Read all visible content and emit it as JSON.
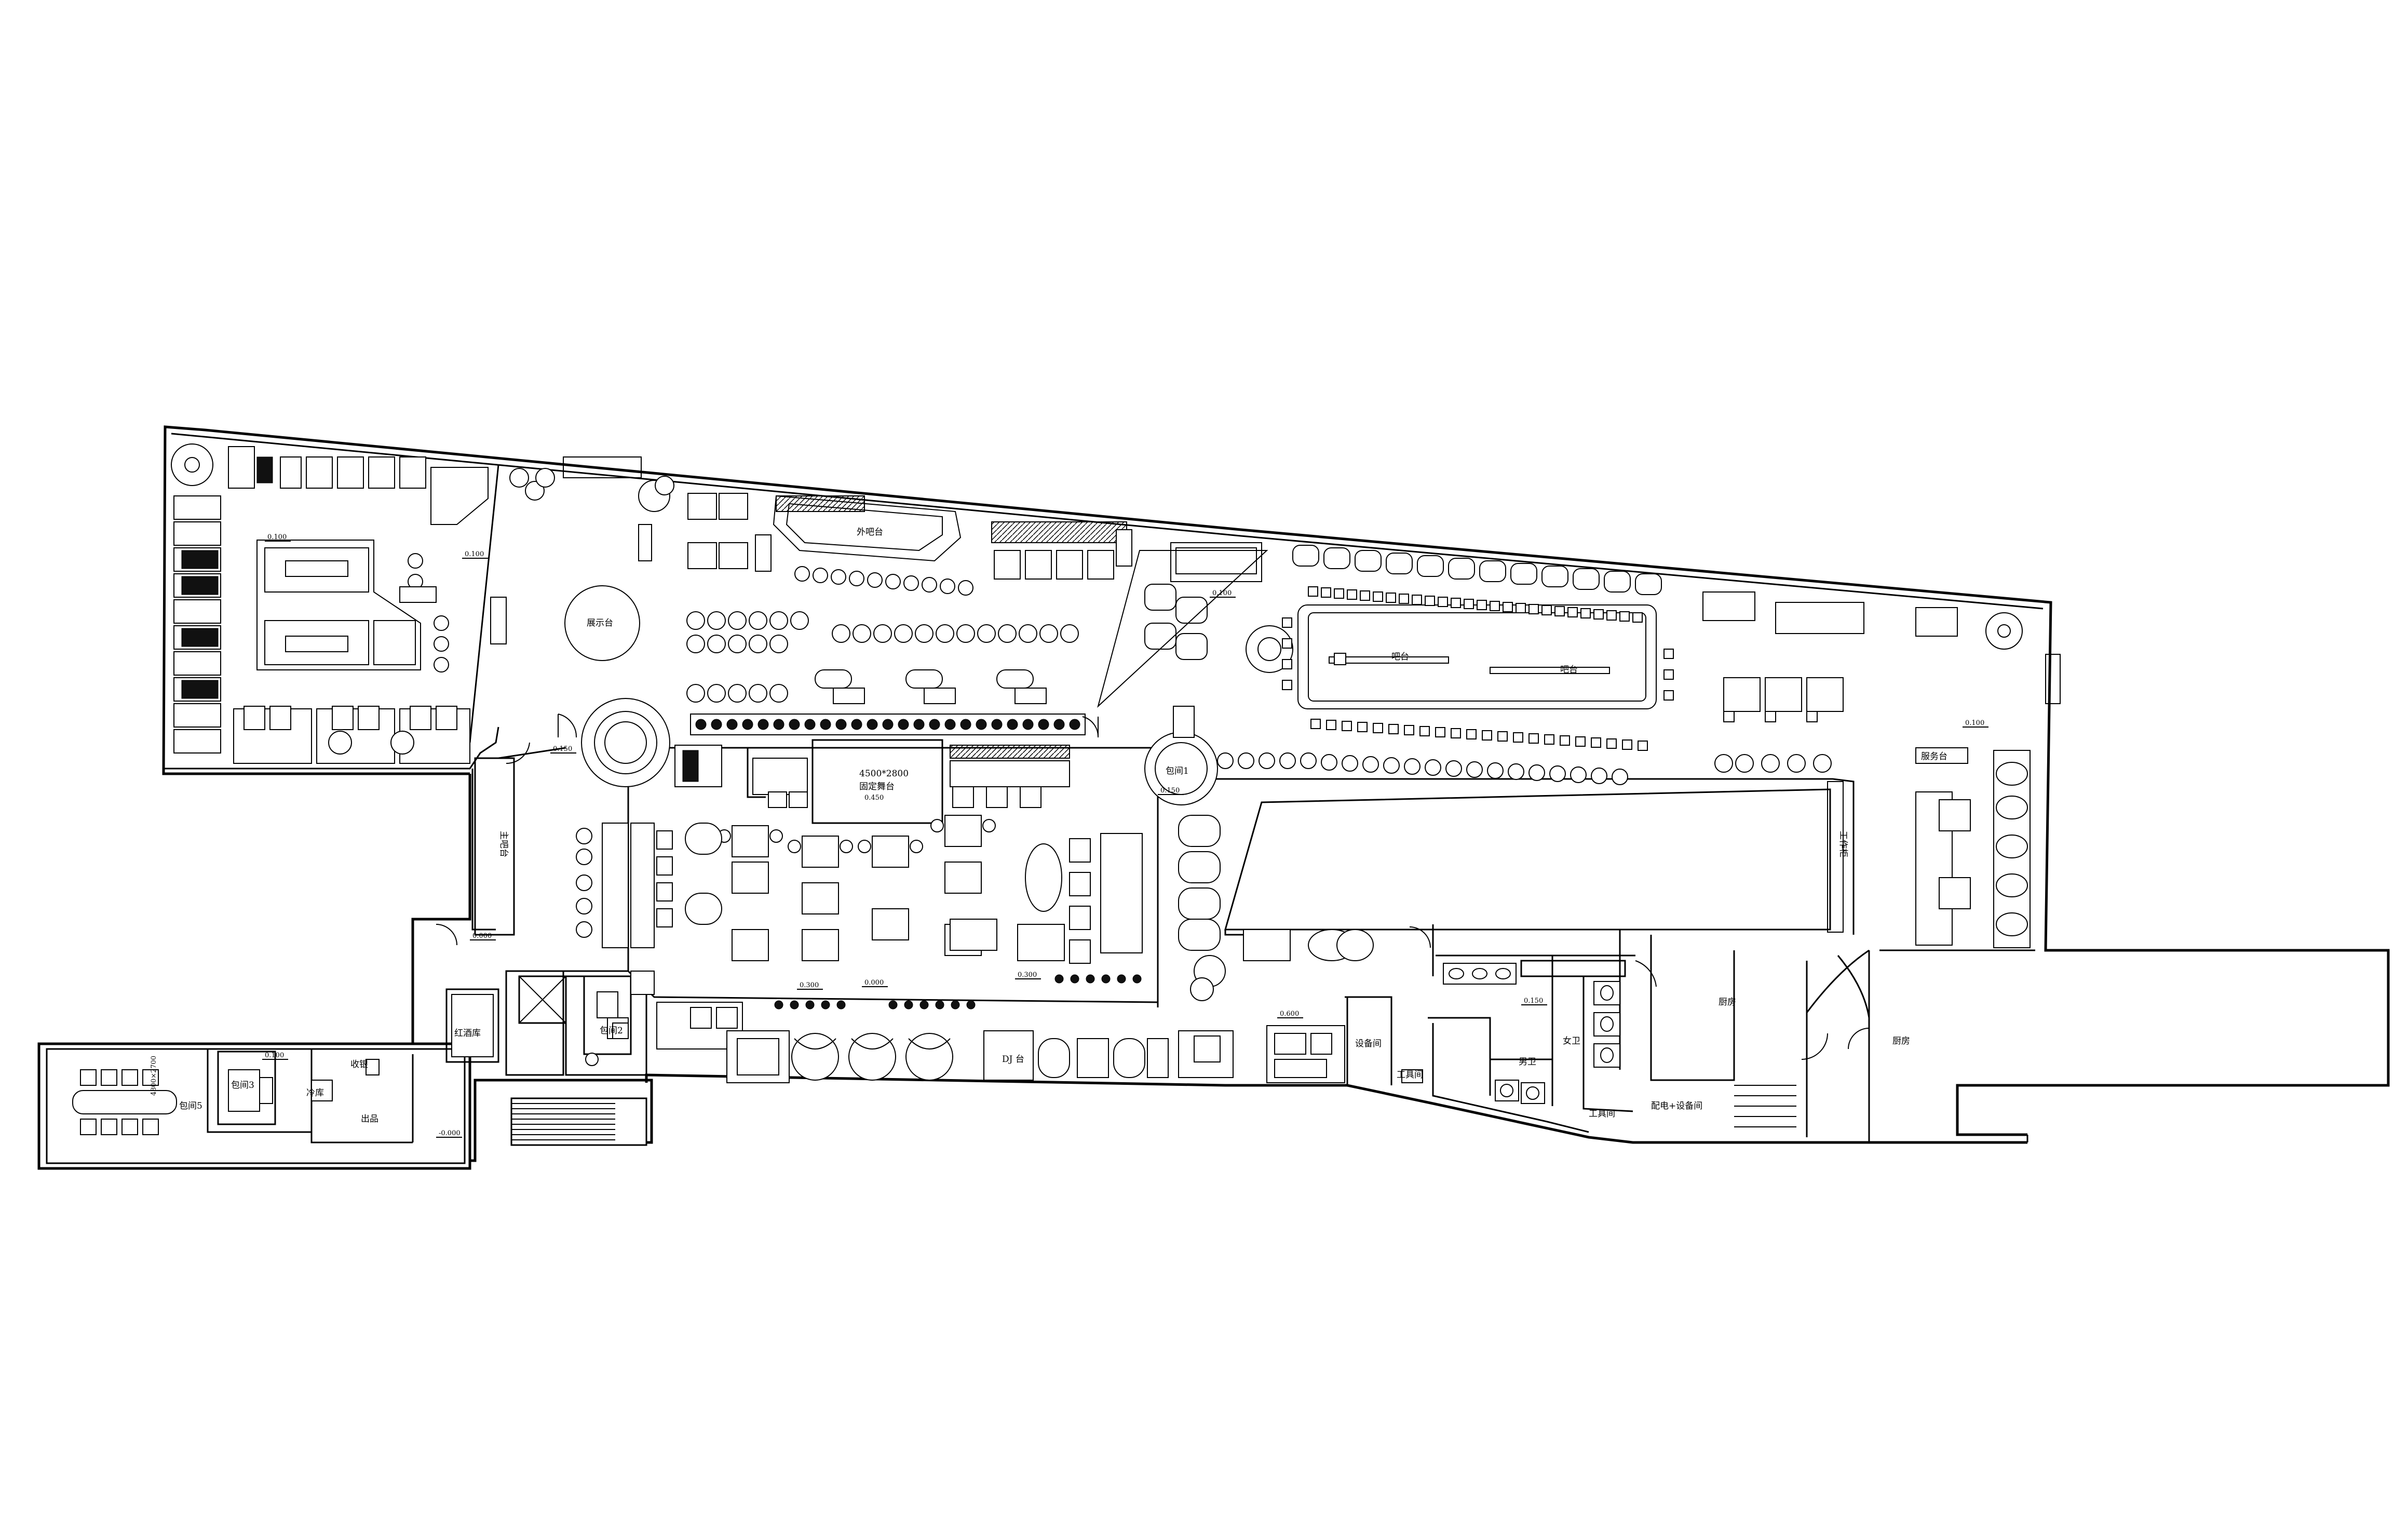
{
  "rooms": {
    "display": "展示台",
    "outer_bar": "外吧台",
    "bar_left": "吧台",
    "bar_right": "吧台",
    "stage_size": "4500*2800",
    "stage": "固定舞台",
    "stage_level": "0.450",
    "vip1": "包间1",
    "vip2": "包间2",
    "vip3": "包间3",
    "vip5": "包间5",
    "service": "服务台",
    "kitchen1": "厨房",
    "kitchen2": "厨房",
    "cold": "冷库",
    "cashier": "收银",
    "exit": "出品",
    "wine": "红酒库",
    "equip": "设备间",
    "tool1": "工具间",
    "tool2": "工具间",
    "female": "女卫",
    "male": "男卫",
    "power": "配电+设备间",
    "vertical1": "主吧台",
    "vertical2": "工作柜",
    "table_size": "4800×2700",
    "dj": "DJ 台"
  },
  "levels": {
    "l1": "0.100",
    "l2": "0.100",
    "l3": "0.150",
    "l4": "0.100",
    "l5": "0.100",
    "l6": "0.150",
    "l7": "0.300",
    "l8": "0.300",
    "l9": "0.600",
    "l10": "0.000",
    "l11": "-0.000",
    "l12": "0.000",
    "l13": "0.150",
    "l14": "0.100"
  }
}
